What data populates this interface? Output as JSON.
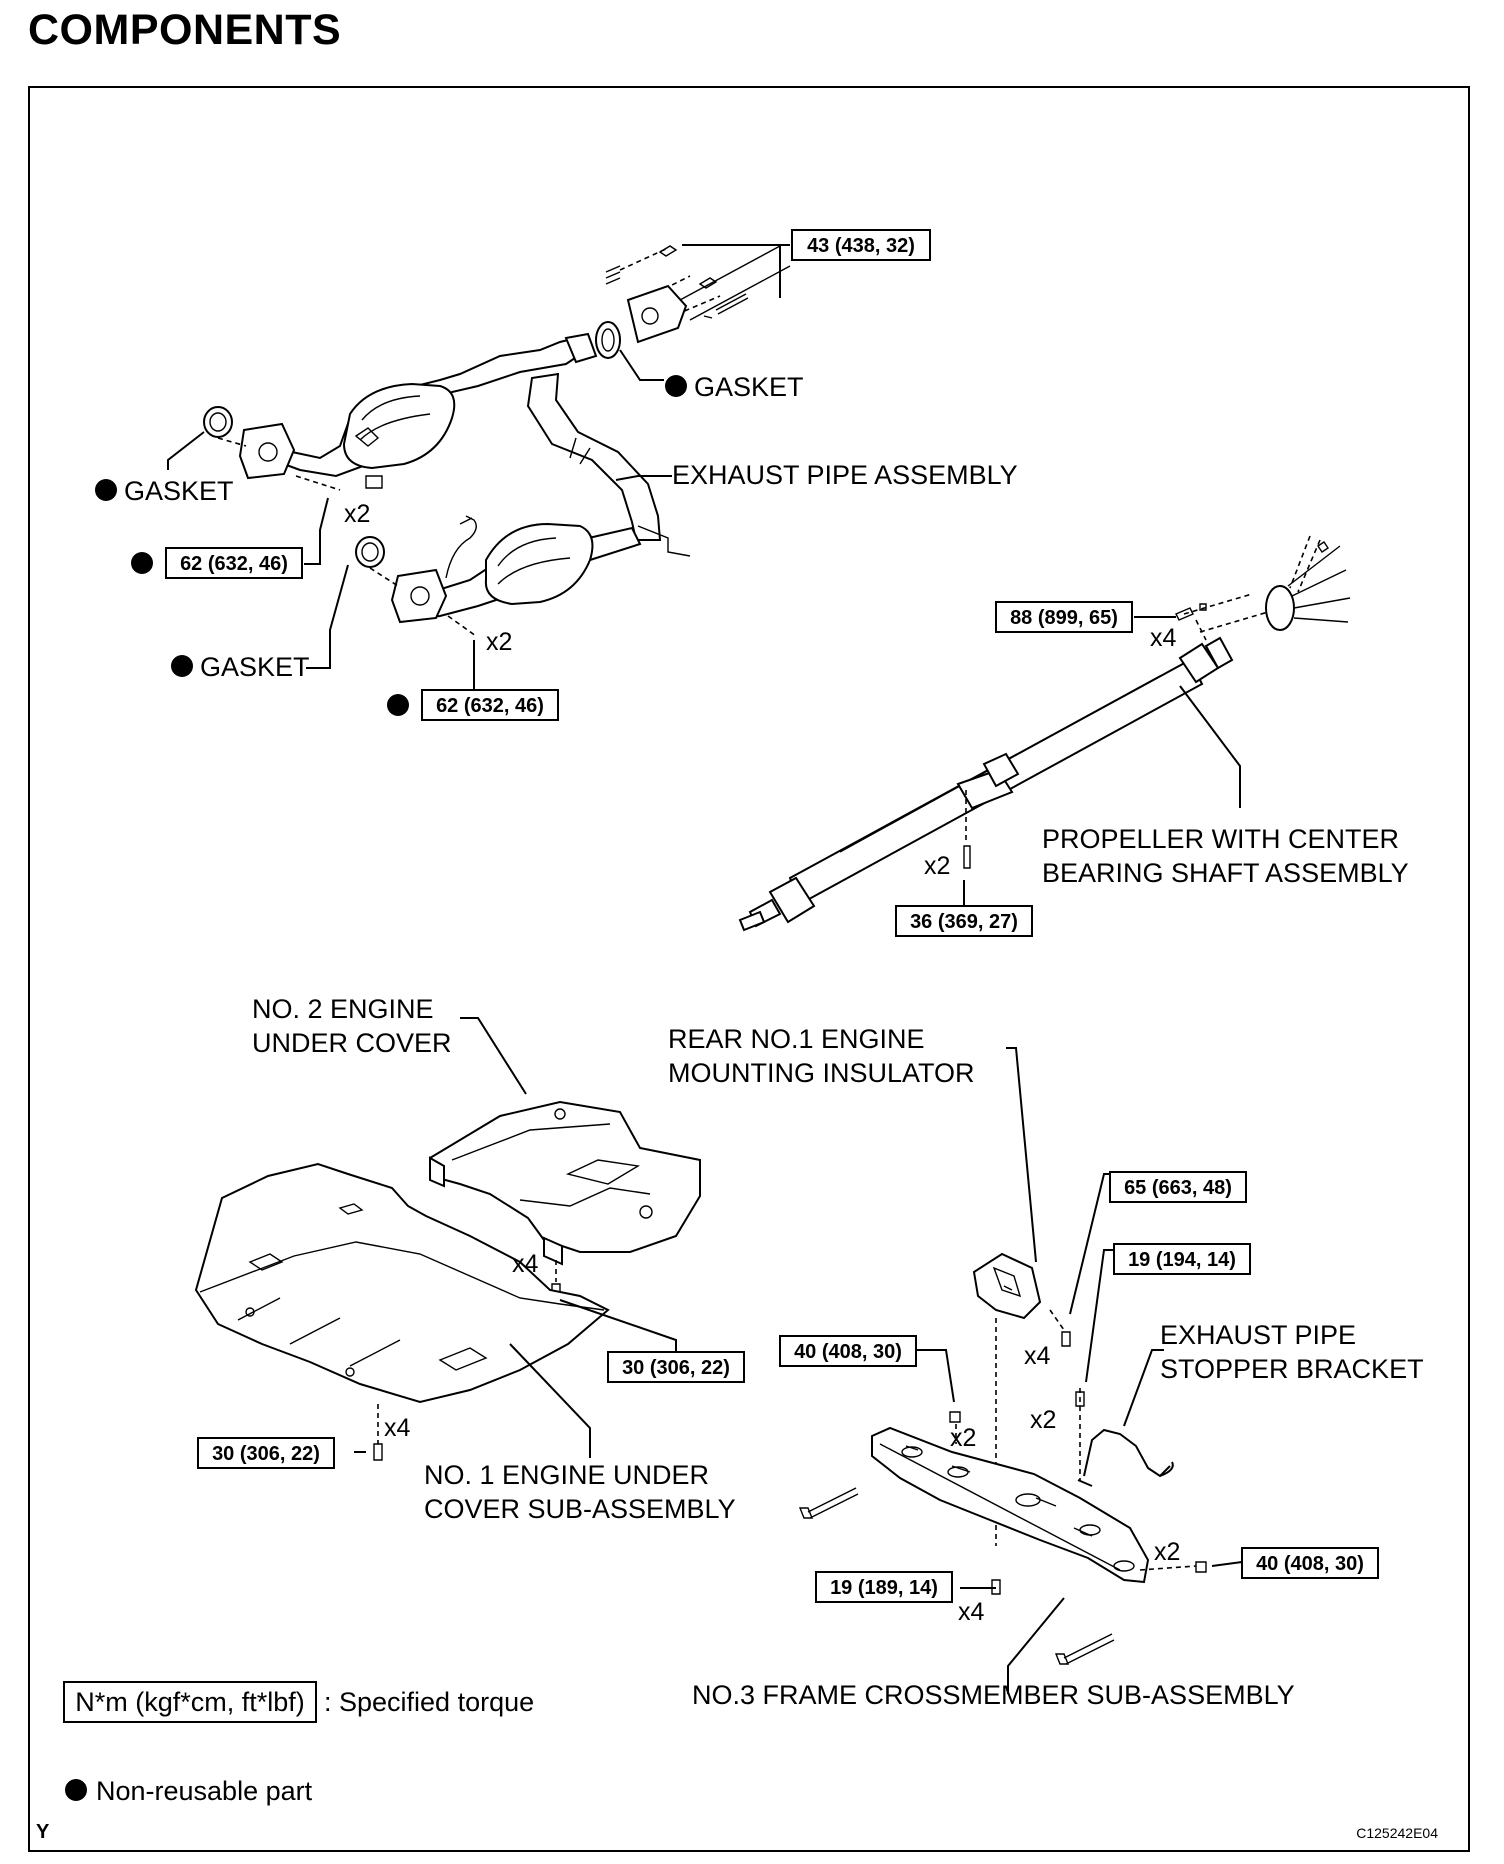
{
  "title": "COMPONENTS",
  "labels": {
    "gasket_top": "GASKET",
    "gasket_left": "GASKET",
    "gasket_mid": "GASKET",
    "exhaust_pipe_assembly": "EXHAUST PIPE ASSEMBLY",
    "propeller_1": "PROPELLER WITH CENTER",
    "propeller_2": "BEARING SHAFT ASSEMBLY",
    "no2_cover_1": "NO. 2 ENGINE",
    "no2_cover_2": "UNDER COVER",
    "rear_insulator_1": "REAR NO.1 ENGINE",
    "rear_insulator_2": "MOUNTING INSULATOR",
    "stopper_bracket_1": "EXHAUST PIPE",
    "stopper_bracket_2": "STOPPER BRACKET",
    "no1_cover_1": "NO. 1 ENGINE UNDER",
    "no1_cover_2": "COVER SUB-ASSEMBLY",
    "crossmember": "NO.3 FRAME CROSSMEMBER SUB-ASSEMBLY"
  },
  "torques": {
    "exhaust_rear_flange": "43 (438, 32)",
    "manifold_front": "62 (632, 46)",
    "manifold_rear": "62 (632, 46)",
    "propeller_flange": "88 (899, 65)",
    "center_bearing": "36 (369, 27)",
    "no2_cover_bolt": "30 (306, 22)",
    "no1_cover_bolt": "30 (306, 22)",
    "insulator_nut": "65 (663, 48)",
    "bracket_bolt": "19 (194, 14)",
    "crossmember_left": "40 (408, 30)",
    "crossmember_right": "40 (408, 30)",
    "insulator_bolt": "19 (189, 14)"
  },
  "multipliers": {
    "manifold_front": "x2",
    "manifold_rear": "x2",
    "propeller_flange": "x4",
    "center_bearing": "x2",
    "no2_cover_bolt": "x4",
    "no1_cover_bolt": "x4",
    "insulator_nut": "x4",
    "bracket_bolt": "x2",
    "crossmember_left": "x2",
    "crossmember_right": "x2",
    "insulator_bolt": "x4"
  },
  "legend": {
    "torque_unit": "N*m (kgf*cm, ft*lbf)",
    "torque_desc": ": Specified torque",
    "nonreusable": "Non-reusable part"
  },
  "corner_mark": "Y",
  "figure_id": "C125242E04"
}
